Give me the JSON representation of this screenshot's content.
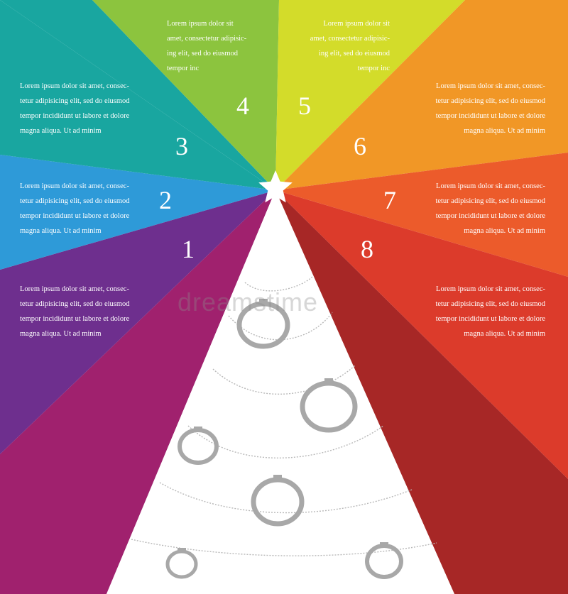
{
  "segments": [
    {
      "number": "1",
      "color": "#6e2f8e",
      "text": "Lorem ipsum dolor sit amet, consec-\ntetur adipisicing elit, sed do eiusmod\ntempor incididunt ut labore et dolore\nmagna aliqua. Ut  ad minim"
    },
    {
      "number": "2",
      "color": "#2e9ad8",
      "text": "Lorem ipsum dolor sit amet, consec-\ntetur adipisicing elit, sed do eiusmod\ntempor incididunt ut labore et dolore\nmagna aliqua. Ut  ad minim"
    },
    {
      "number": "3",
      "color": "#19a6a0",
      "text": "Lorem ipsum dolor sit amet, consec-\ntetur adipisicing elit, sed do eiusmod\ntempor incididunt ut labore et dolore\nmagna aliqua. Ut  ad minim"
    },
    {
      "number": "4",
      "color": "#8cc43e",
      "text": "Lorem ipsum dolor sit\namet, consectetur adipisic-\ning elit, sed do eiusmod\ntempor inc"
    },
    {
      "number": "5",
      "color": "#d3dc2a",
      "text": "Lorem ipsum dolor sit\namet, consectetur adipisic-\ning elit, sed do eiusmod\ntempor inc"
    },
    {
      "number": "6",
      "color": "#f19726",
      "text": "Lorem ipsum dolor sit amet, consec-\ntetur adipisicing elit, sed do eiusmod\ntempor incididunt ut labore et dolore\nmagna aliqua. Ut  ad minim"
    },
    {
      "number": "7",
      "color": "#ec5b2b",
      "text": "Lorem ipsum dolor sit amet, consec-\ntetur adipisicing elit, sed do eiusmod\ntempor incididunt ut labore et dolore\nmagna aliqua. Ut  ad minim"
    },
    {
      "number": "8",
      "color": "#dc3b2b",
      "text": "Lorem ipsum dolor sit amet, consec-\ntetur adipisicing elit, sed do eiusmod\ntempor incididunt ut labore et dolore\nmagna aliqua. Ut  ad minim"
    }
  ],
  "extra_colors": {
    "magenta": "#a0216e",
    "dark_red": "#a72726",
    "tree": "#ffffff",
    "ornament": "#a8a8a8"
  },
  "watermark": "dreamstime"
}
